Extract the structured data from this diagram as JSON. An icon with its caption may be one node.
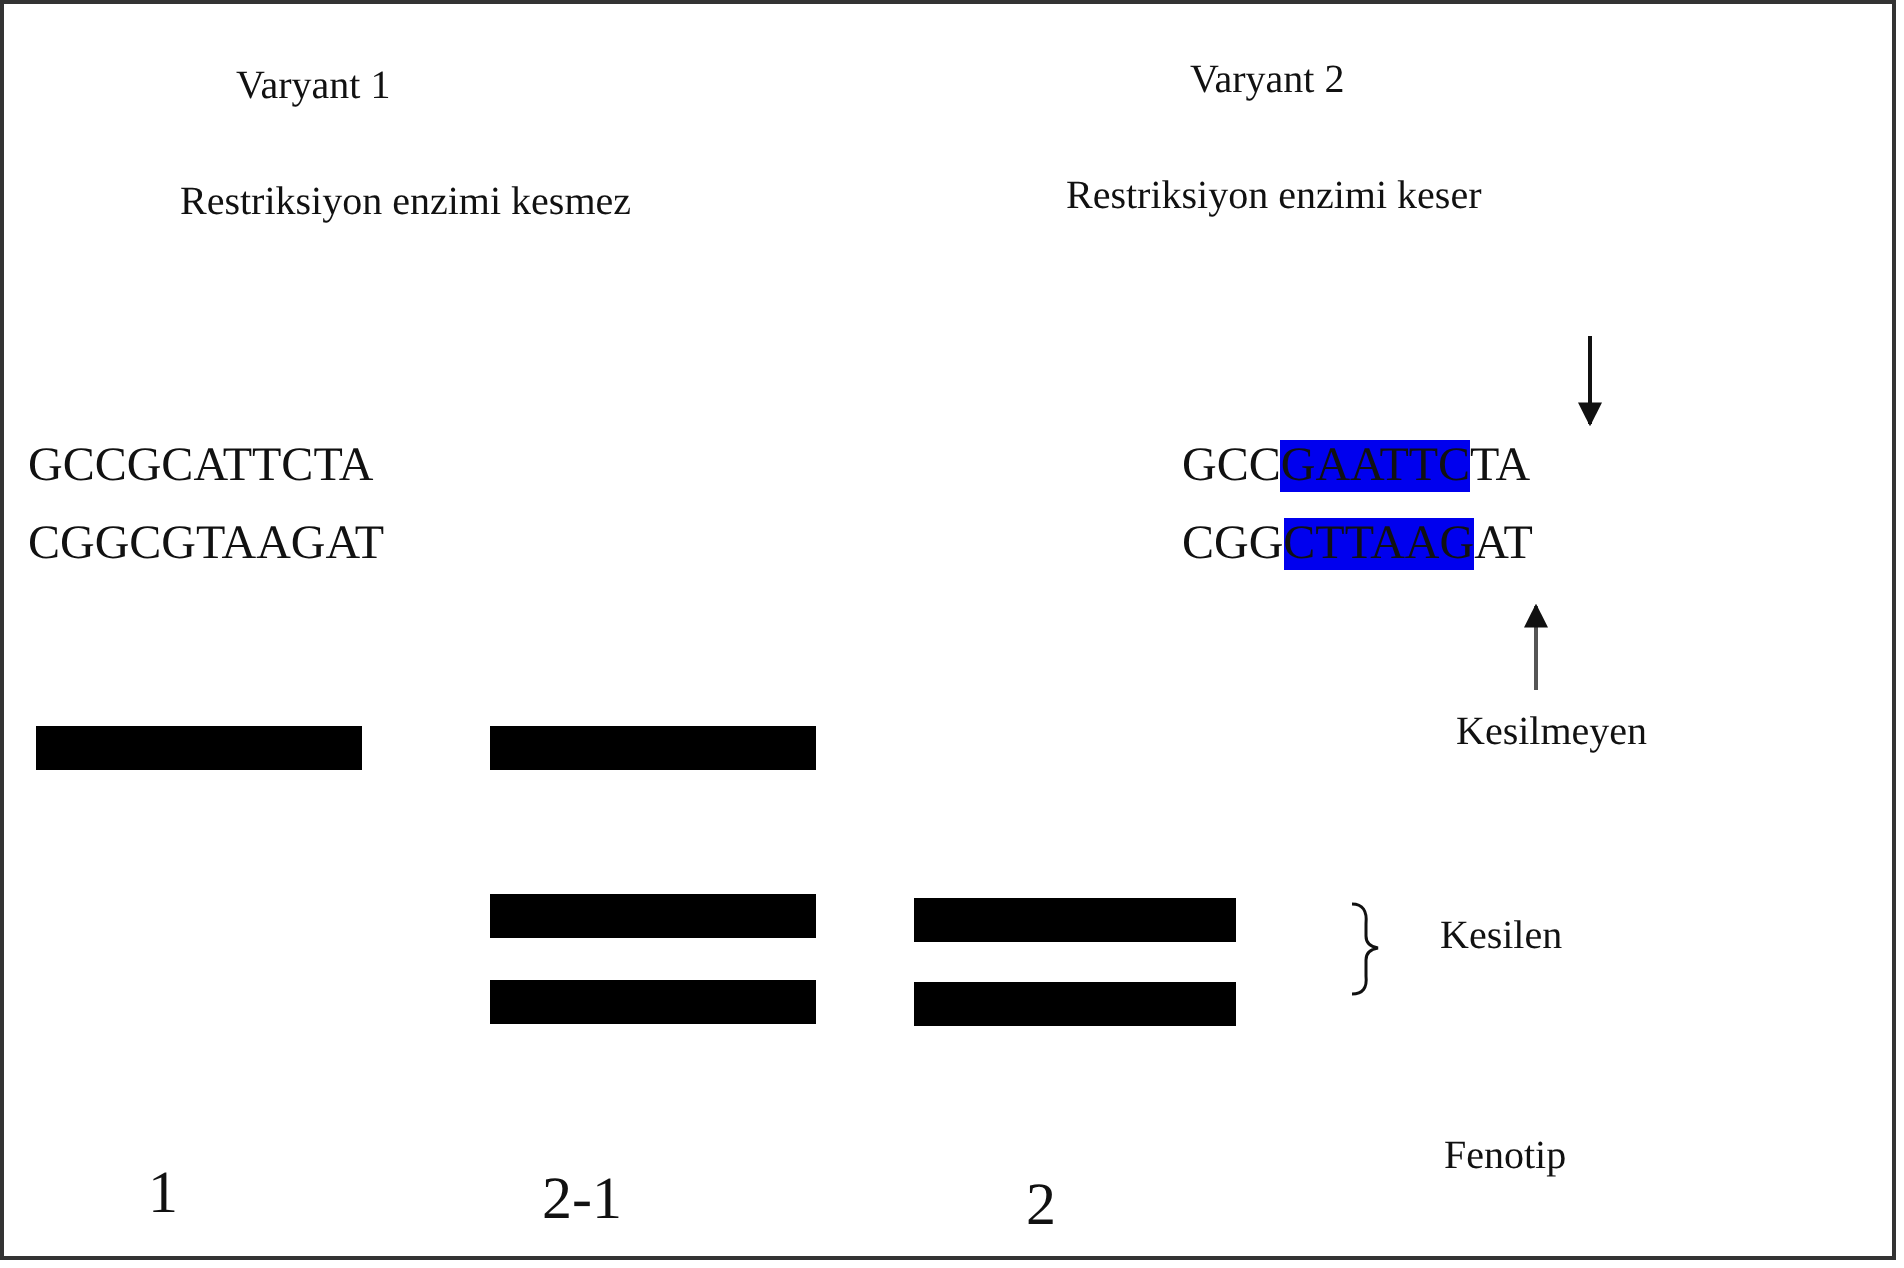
{
  "diagram": {
    "nodes": [
      {
        "text": [],
        "shape": "bar"
      },
      {
        "text": [],
        "shape": "bar"
      },
      {
        "text": [],
        "shape": "bar"
      },
      {
        "text": [],
        "shape": "bar"
      },
      {
        "text": [],
        "shape": "bar"
      },
      {
        "text": [],
        "shape": "bar"
      }
    ],
    "labels": [
      "Varyant 1",
      "Varyant 2",
      "Restriksiyon enzimi kesmez",
      "Restriksiyon enzimi keser",
      "GCCGCATTCTA",
      "GCCGAATTCTA",
      "CGGCGTAAGAT",
      "CGGCTTAAGAT",
      "Kesilmeyen",
      "Kesilen",
      "1",
      "2-1",
      "2",
      "Fenotip"
    ]
  }
}
